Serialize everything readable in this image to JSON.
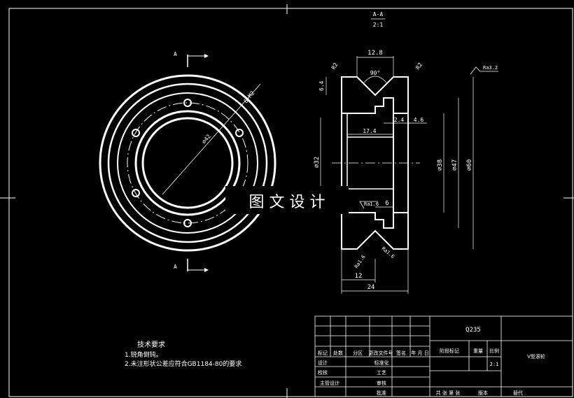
{
  "section_label": "A-A",
  "section_scale": "2:1",
  "view_marker_top": "A",
  "view_marker_bottom": "A",
  "front_view": {
    "hole_label": "6-M2",
    "pcd_label": "⌀42"
  },
  "section_view": {
    "dims": {
      "top_width": "12.8",
      "groove_angle": "90°",
      "radius_left": "R2",
      "radius_right": "R2",
      "groove_depth": "6.4",
      "roughness_top": "Ra3.2",
      "step_small": "2.4",
      "step_right": "4.6",
      "bore_depth": "17.4",
      "dia_32": "⌀32",
      "dia_38": "⌀38",
      "dia_47": "⌀47",
      "dia_60": "⌀60",
      "roughness_mid": "Ra1.6",
      "mid_6": "6",
      "roughness_bl": "Ra1.6",
      "roughness_br": "Ra1.6",
      "width_12": "12",
      "width_24": "24"
    }
  },
  "watermark": "图 文 设 计",
  "tech_requirements": {
    "title": "技术要求",
    "line1": "1.锐角倒钝。",
    "line2": "2.未注形状公差应符合GB1184-80的要求"
  },
  "title_block": {
    "material": "Q235",
    "part_name": "V型滚轮",
    "scale": "2:1",
    "hdr_mark": "标记",
    "hdr_count": "处数",
    "hdr_zone": "分区",
    "hdr_docno": "更改文件号",
    "hdr_sign": "签名",
    "hdr_date": "年 月 日",
    "hdr_stage": "阶段标记",
    "hdr_weight": "重量",
    "hdr_scale": "比例",
    "row_design": "设计",
    "row_check": "校核",
    "row_chief": "主管设计",
    "row_standard": "标准化",
    "row_process": "工艺",
    "row_review": "审核",
    "row_approve": "批准",
    "sheets": "共 张 第 张",
    "version": "版本",
    "replace": "替代"
  }
}
